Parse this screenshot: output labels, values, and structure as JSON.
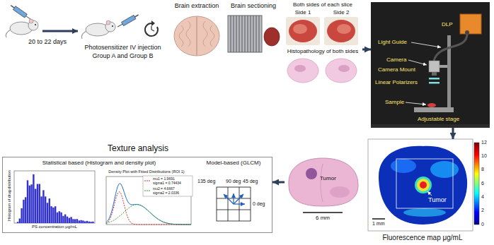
{
  "diagram": {
    "nodes": [
      {
        "text": [
          "Photosensitizer IV injection",
          "Group A and Group B"
        ]
      },
      {
        "text": [
          "Brain extraction"
        ]
      },
      {
        "text": [
          "Brain sectioning"
        ]
      },
      {
        "text": [
          "Both sides of each slice",
          "Side 1",
          "Side 2",
          "Histopathology of both sides"
        ]
      },
      {
        "text": [
          "DLP",
          "Light Guide",
          "Camera",
          "Camera Mount",
          "Linear Polarizers",
          "Sample",
          "Adjustable stage"
        ]
      },
      {
        "text": [
          "Fluorescence map μg/mL"
        ]
      },
      {
        "text": [
          "Tumor",
          "6 mm"
        ]
      },
      {
        "text": [
          "Texture analysis",
          "Statistical based (Histogram and density plot)",
          "Model-based (GLCM)"
        ]
      },
      {
        "text": [
          "Histogram of drug distribution",
          "PS concentration μg/mL"
        ],
        "in": 7
      },
      {
        "text": [
          "Density Plot with Fitted Distributions (ROI 1)"
        ],
        "in": 7
      },
      {
        "text": [
          "135 deg",
          "90 deg",
          "45 deg",
          "0 deg"
        ],
        "in": 7
      }
    ],
    "edges": [
      {
        "from": 3,
        "to": 4,
        "arrow": "to"
      },
      {
        "from": 4,
        "to": 5,
        "arrow": "to"
      },
      {
        "from": 6,
        "to": 7,
        "arrow": "to"
      }
    ],
    "labels": [
      "20 to 22 days",
      "Tumor",
      "1 mm",
      "12",
      "10",
      "8",
      "6",
      "4",
      "2",
      "0"
    ],
    "legend": [
      {
        "text": "mu1 = 1.9691 sigma1 = 0.74434"
      },
      {
        "text": "mu2 = 4.6667 sigma2 = 2.0336"
      }
    ]
  }
}
